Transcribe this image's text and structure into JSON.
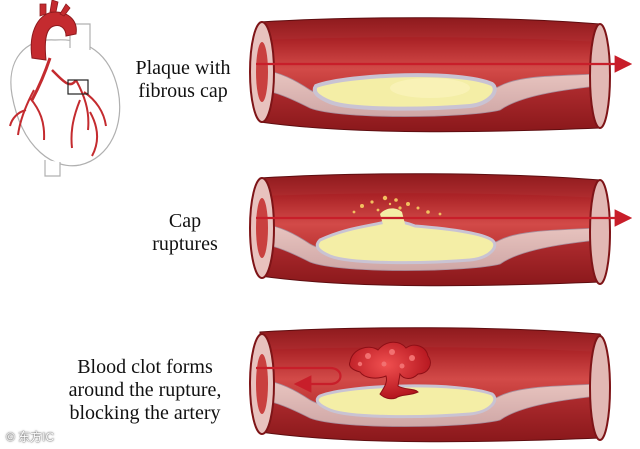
{
  "labels": {
    "stage1": [
      "Plaque with",
      "fibrous cap"
    ],
    "stage2": [
      "Cap",
      "ruptures"
    ],
    "stage3": [
      "Blood clot forms",
      "around the rupture,",
      "blocking the artery"
    ]
  },
  "watermark": "© 东方IC",
  "colors": {
    "artery_wall": "#b8262a",
    "artery_dark": "#7e1417",
    "plaque": "#f4eea6",
    "fibrous_cap": "#c9c3d3",
    "clot": "#d4202a",
    "arrow": "#c81e2a"
  }
}
